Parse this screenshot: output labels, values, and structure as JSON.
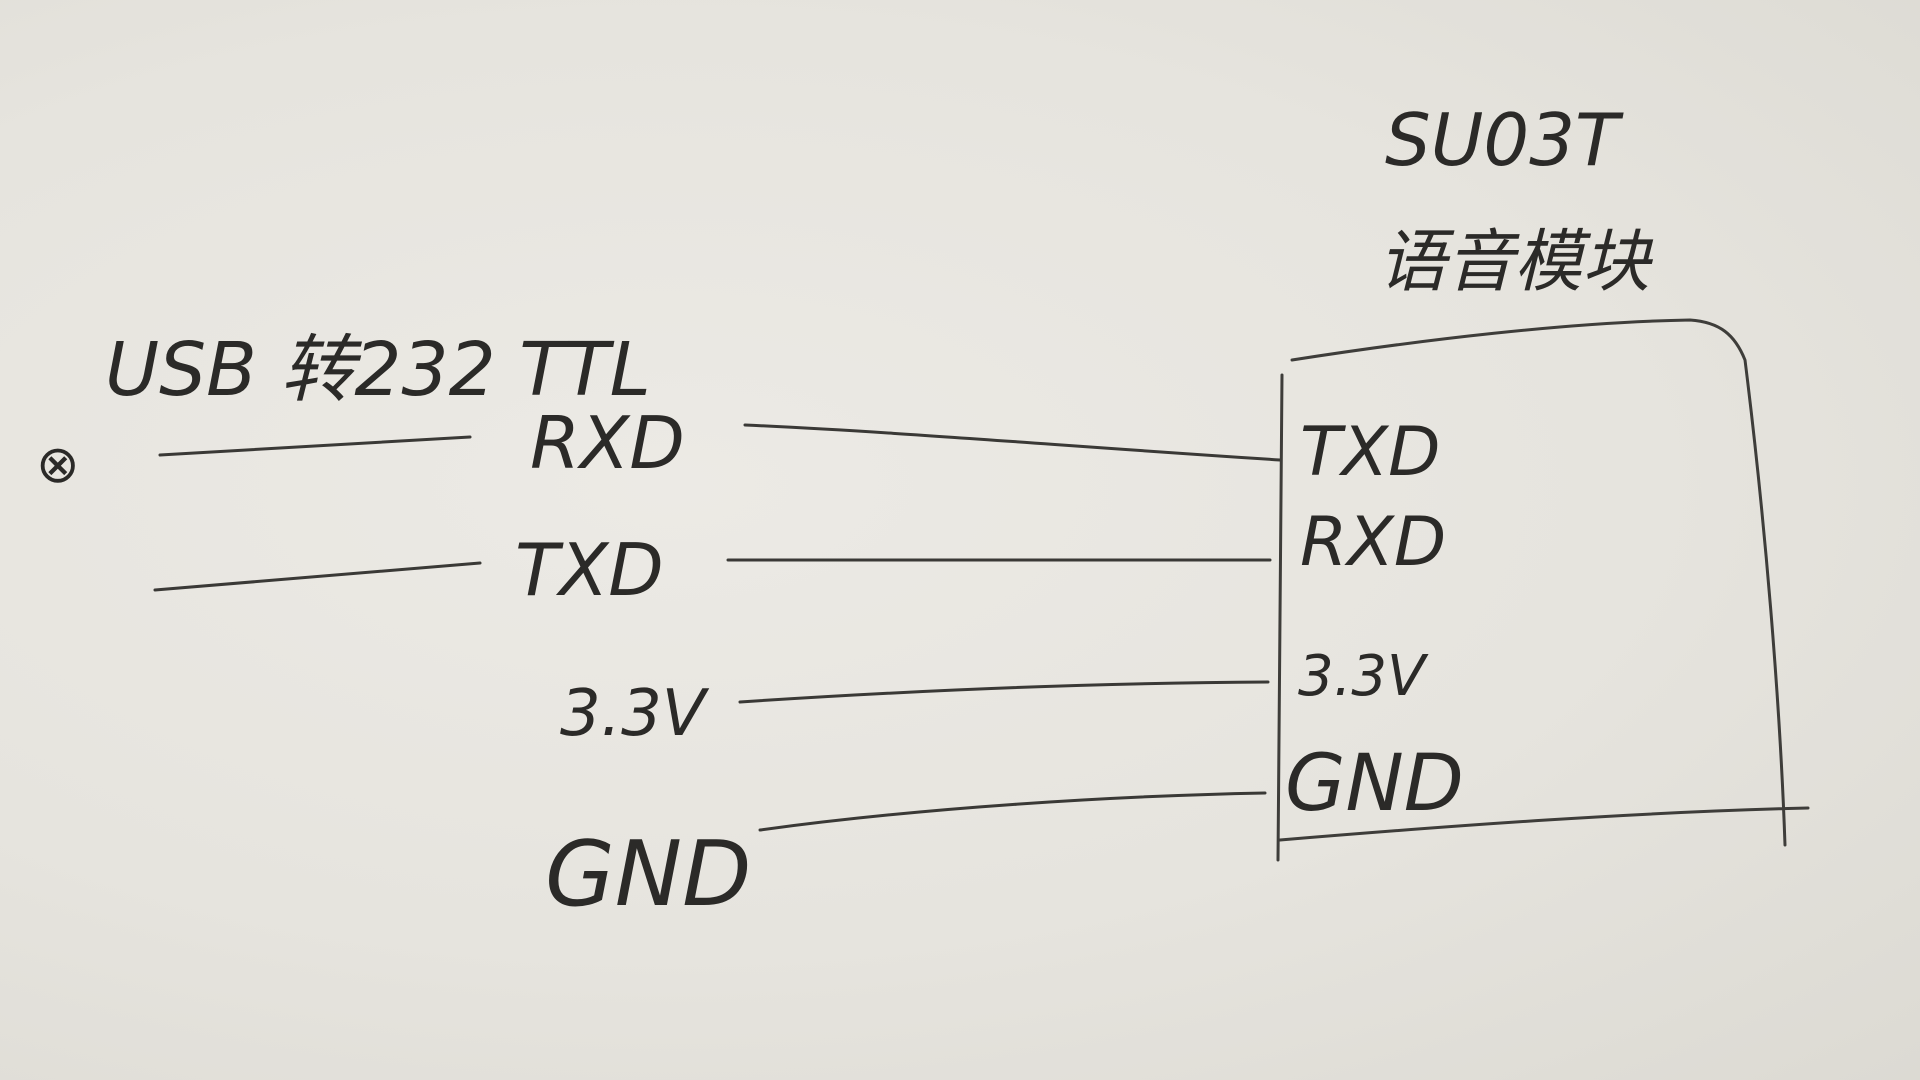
{
  "left_device": {
    "title": "USB 转232 TTL",
    "unused_marker": "⊗",
    "pins": [
      "RXD",
      "TXD",
      "3.3V",
      "GND"
    ]
  },
  "right_device": {
    "title_line1": "SU03T",
    "title_line2": "语音模块",
    "pins": [
      "TXD",
      "RXD",
      "3.3V",
      "GND"
    ]
  },
  "connections": [
    {
      "from": "RXD",
      "to": "TXD"
    },
    {
      "from": "TXD",
      "to": "RXD"
    },
    {
      "from": "3.3V",
      "to": "3.3V"
    },
    {
      "from": "GND",
      "to": "GND"
    }
  ],
  "colors": {
    "paper": "#e7e5df",
    "ink": "#2b2a28"
  }
}
